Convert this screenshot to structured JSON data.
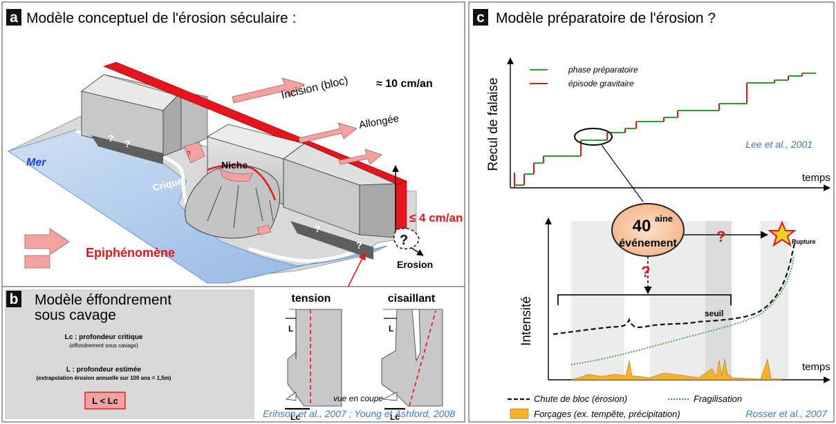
{
  "panel_a": {
    "letter": "a",
    "title": "Modèle conceptuel de l'érosion séculaire :",
    "labels": {
      "incision": "Incision (bloc)",
      "incision_rate": "≈ 10 cm/an",
      "allongee": "Allongée",
      "mer": "Mer",
      "crique": "Crique",
      "niche": "Niche",
      "question": "?",
      "retreat_rate": "≤ 4 cm/an",
      "erosion": "Erosion",
      "epiphenomene": "Epiphénomène"
    }
  },
  "panel_b": {
    "letter": "b",
    "title_line1": "Modèle éffondrement",
    "title_line2": "sous cavage",
    "lc_label": "Lc : profondeur critique",
    "lc_sub": "(effondrement sous cavage)",
    "l_label": "L : profondeur estimée",
    "l_sub": "(extrapolation érosion annuelle sur 100 ans = 1,5m)",
    "inequality": "L < Lc",
    "tension": "tension",
    "cisaillant": "cisaillant",
    "dim_L": "L",
    "dim_Lc": "Lc",
    "vue": "vue en coupe",
    "reference": "Erihson et al., 2007 ; Young et Ashford, 2008"
  },
  "panel_c": {
    "letter": "c",
    "title": "Modèle préparatoire de l'érosion ?",
    "top_ylabel": "Recul de falaise",
    "top_xlabel": "temps",
    "legend_green": "phase préparatoire",
    "legend_red": "épisode gravitaire",
    "top_reference": "Lee et al., 2001",
    "event_line1": "40",
    "event_sup": "aine",
    "event_line2": "événement",
    "question": "?",
    "rupture": "Rupture",
    "bottom_ylabel": "Intensité",
    "seuil": "seuil",
    "bottom_xlabel": "temps",
    "legend_chute": "Chute de bloc (érosion)",
    "legend_frag": "Fragilisation",
    "legend_forcage": "Forçages (ex. tempête, précipitation)",
    "bottom_reference": "Rosser et al., 2007"
  },
  "colors": {
    "green": "#2ca02c",
    "red": "#e8141b",
    "pink": "#f4a1a1",
    "sea": "#a9c9ec",
    "orange": "#f5b228",
    "ref_blue": "#3a78c8",
    "event_fill": "#f8c9a4"
  }
}
